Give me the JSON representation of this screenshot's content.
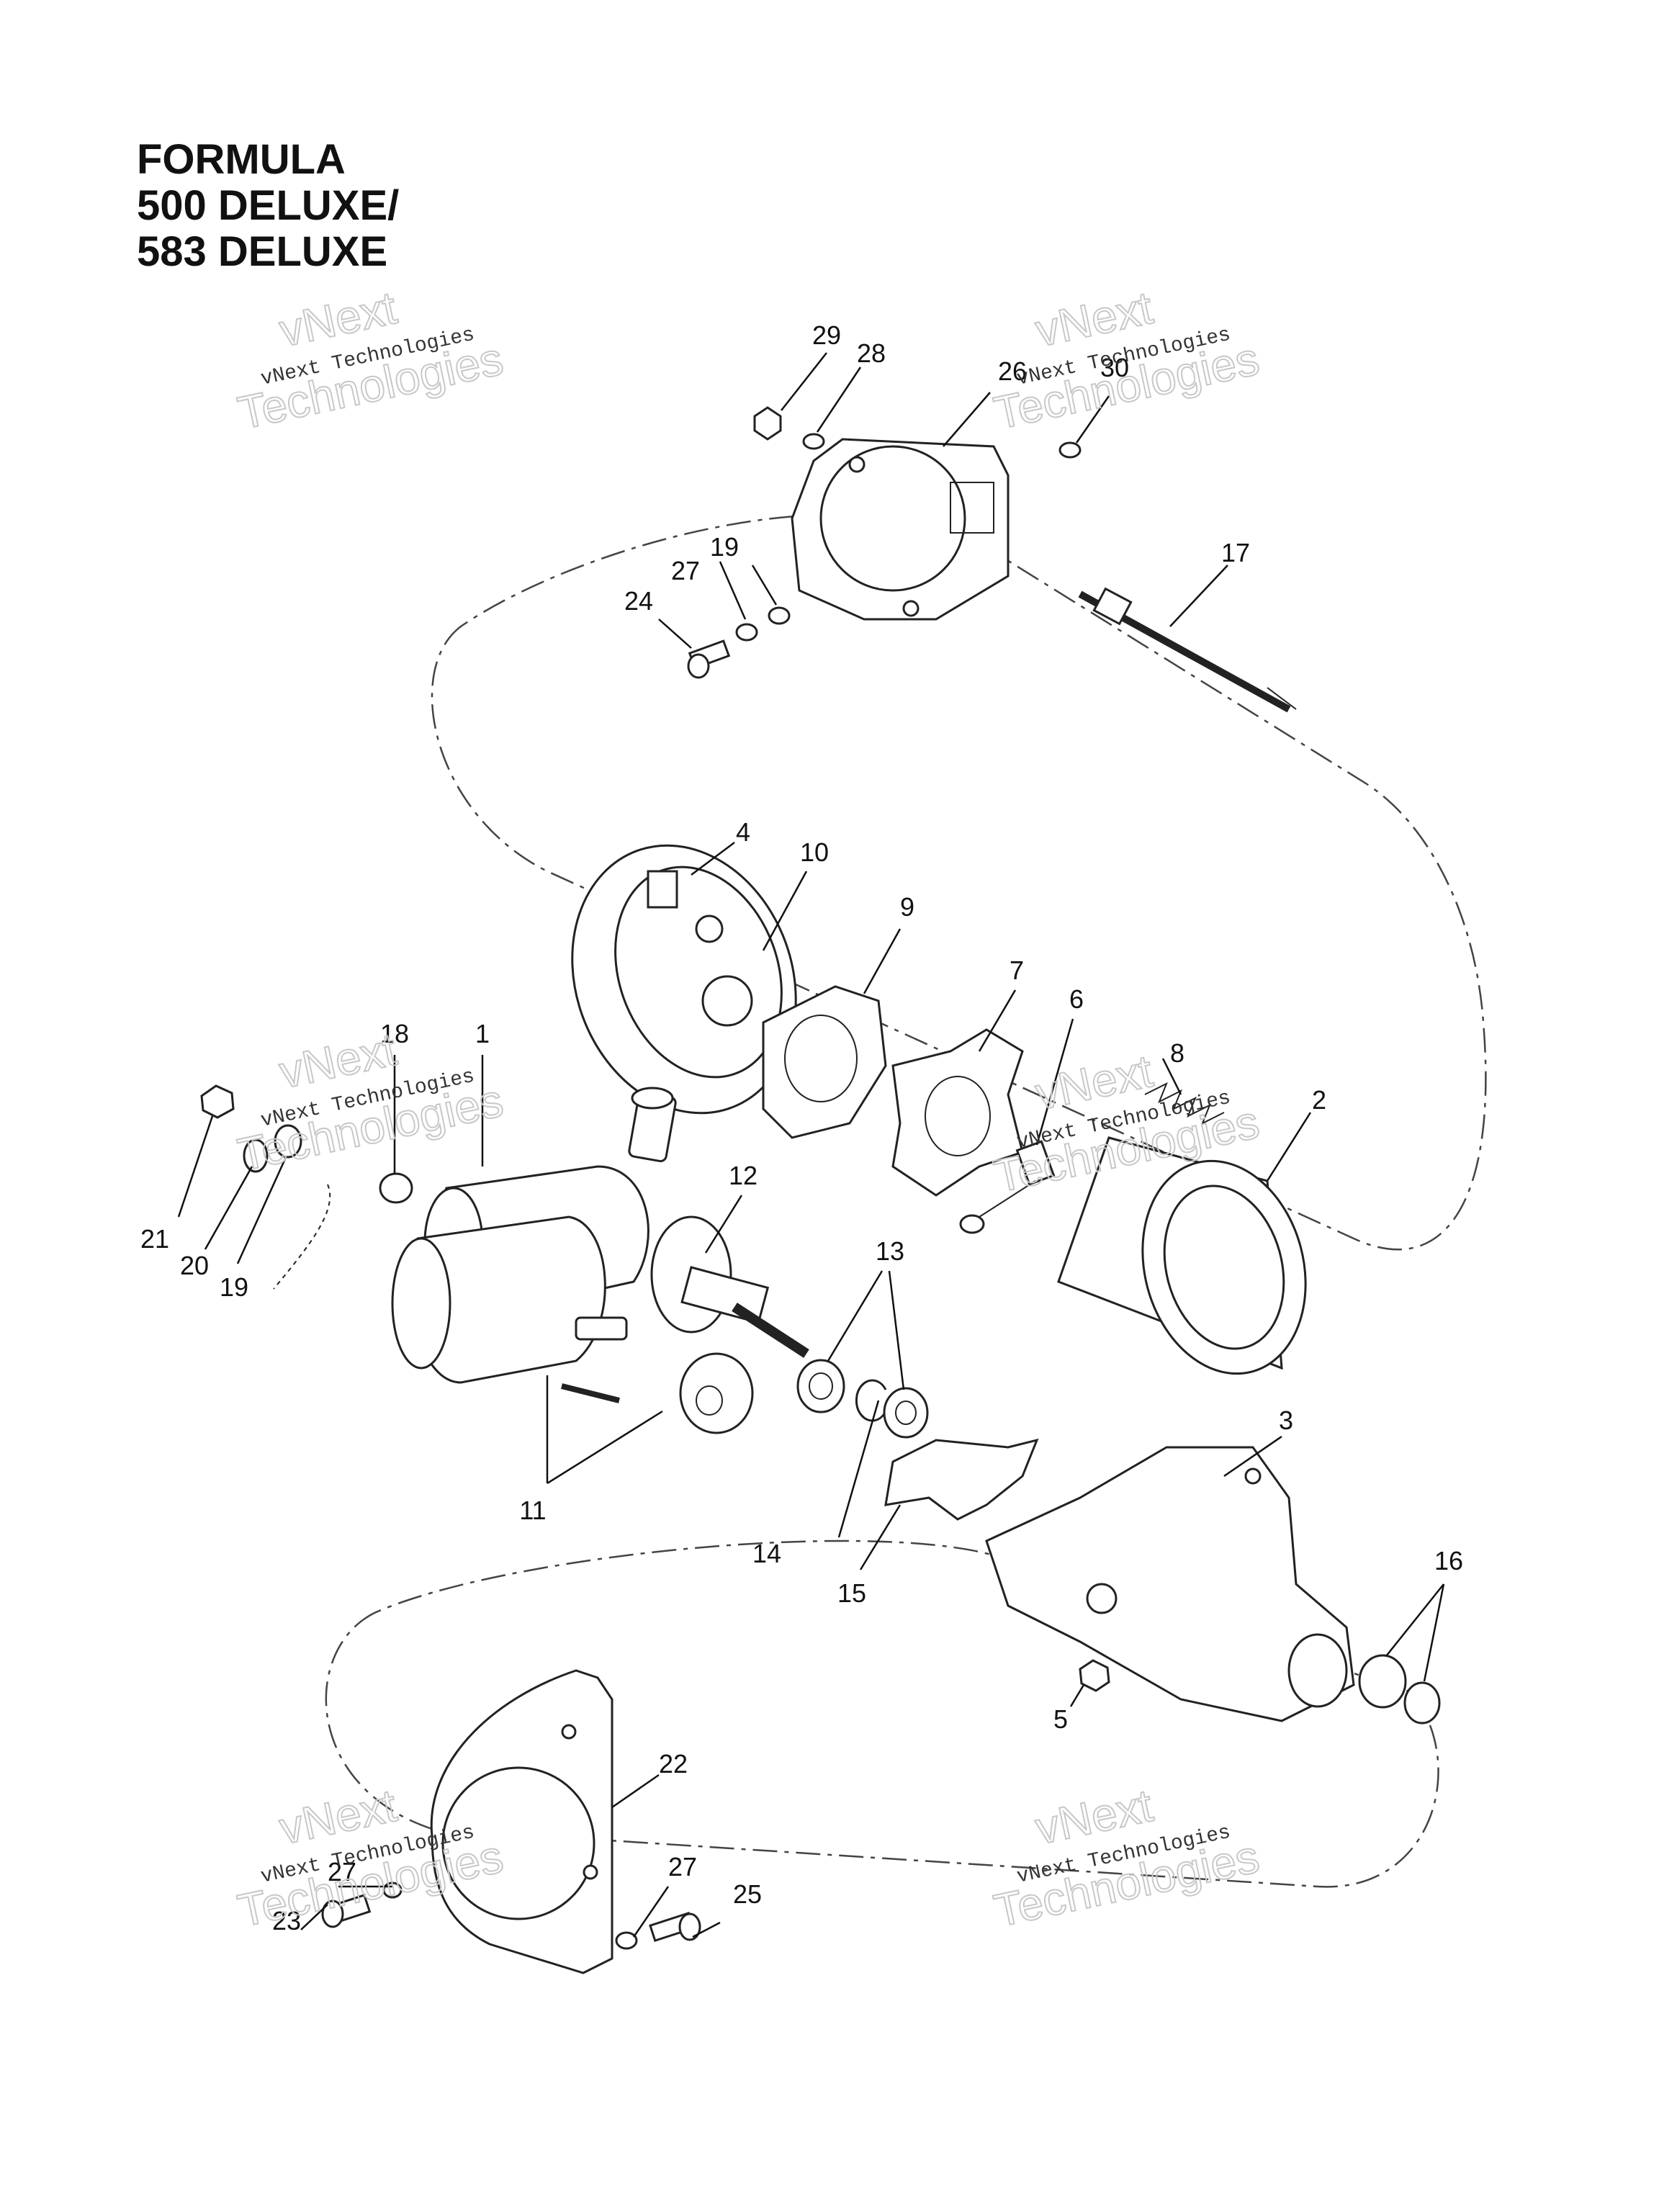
{
  "title_lines": [
    "FORMULA",
    "500 DELUXE/",
    "583 DELUXE"
  ],
  "watermark": {
    "brand": "vNext",
    "company": "Technologies",
    "full": "vNext Technologies"
  },
  "callouts": [
    "1",
    "2",
    "3",
    "4",
    "5",
    "6",
    "7",
    "8",
    "9",
    "10",
    "11",
    "12",
    "13",
    "14",
    "15",
    "16",
    "17",
    "18",
    "19",
    "19",
    "20",
    "21",
    "22",
    "23",
    "24",
    "25",
    "26",
    "27",
    "27",
    "27",
    "28",
    "29",
    "30"
  ]
}
